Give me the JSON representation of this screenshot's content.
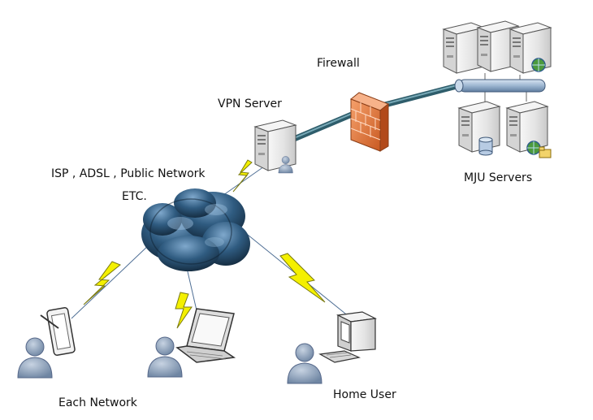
{
  "labels": {
    "firewall": "Firewall",
    "vpn_server": "VPN Server",
    "isp_line1": "ISP , ADSL , Public Network",
    "isp_line2": "ETC.",
    "mju_servers": "MJU Servers",
    "each_network": "Each Network",
    "home_user": "Home User"
  },
  "icons": {
    "firewall": "firewall-icon",
    "vpn_server": "server-icon",
    "cloud": "cloud-icon",
    "mju_servers": "server-icon",
    "tablet": "tablet-icon",
    "laptop": "laptop-icon",
    "desktop": "desktop-icon",
    "user": "user-icon",
    "lightning": "lightning-icon",
    "network_bus": "network-bus-icon"
  },
  "colors": {
    "tunnel": "#2e5d6b",
    "tunnel_core": "#79aab8",
    "lightning": "#f4f000",
    "lightning_stroke": "#7a7a10",
    "cloud": "#1c3e5a",
    "cloud_light": "#5f8fb5",
    "user": "#8aa0ba",
    "firewall": "#e57a3c",
    "server_body": "#ececec",
    "bus": "#9db6d1"
  }
}
